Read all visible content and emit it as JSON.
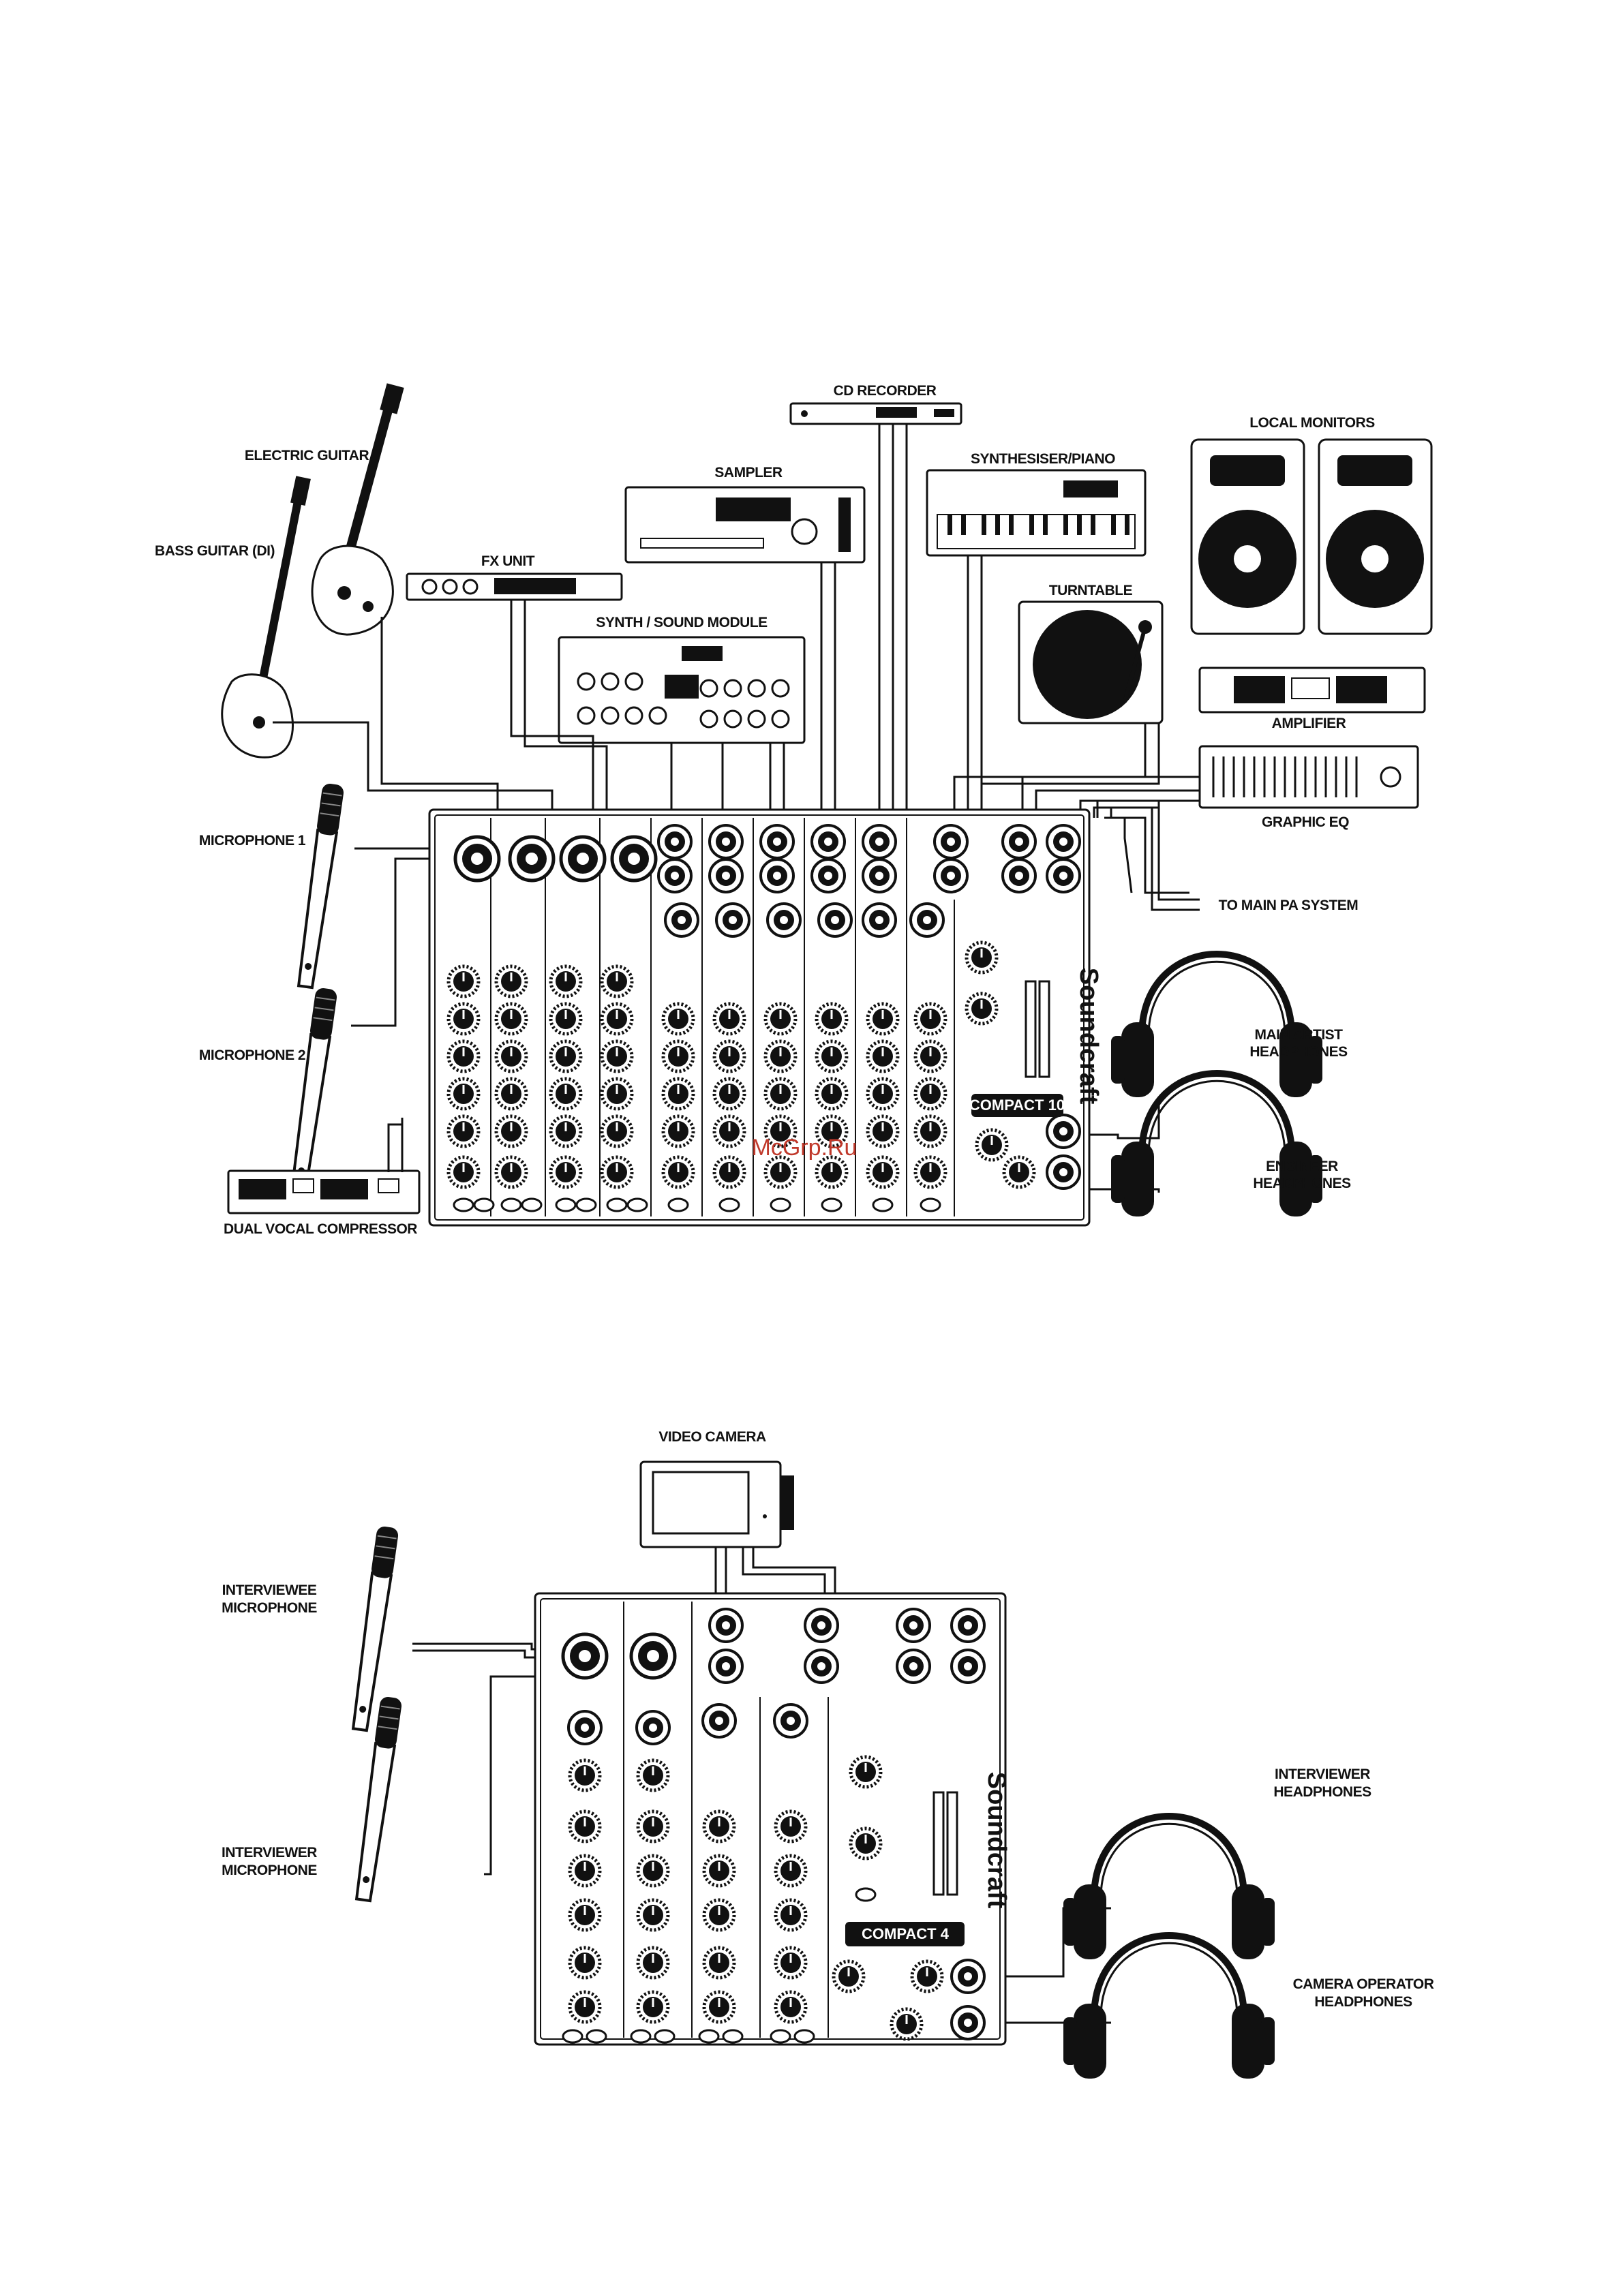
{
  "diagram1": {
    "labels": {
      "cd_recorder": "CD RECORDER",
      "electric_guitar": "ELECTRIC GUITAR",
      "sampler": "SAMPLER",
      "synthesiser_piano": "SYNTHESISER/PIANO",
      "local_monitors": "LOCAL MONITORS",
      "bass_guitar": "BASS GUITAR (DI)",
      "fx_unit": "FX UNIT",
      "turntable": "TURNTABLE",
      "synth_module": "SYNTH / SOUND MODULE",
      "amplifier": "AMPLIFIER",
      "graphic_eq": "GRAPHIC EQ",
      "microphone_1": "MICROPHONE 1",
      "to_main_pa": "TO MAIN PA SYSTEM",
      "microphone_2": "MICROPHONE 2",
      "main_artist_headphones_l1": "MAIN ARTIST",
      "main_artist_headphones_l2": "HEADPHONES",
      "engineer_headphones_l1": "ENGINEER",
      "engineer_headphones_l2": "HEADPHONES",
      "dual_vocal_compressor": "DUAL VOCAL COMPRESSOR"
    },
    "mixer": {
      "brand": "Soundcraft",
      "model": "COMPACT 10"
    },
    "watermark": "McGrp.Ru"
  },
  "diagram2": {
    "labels": {
      "video_camera": "VIDEO CAMERA",
      "interviewee_mic_l1": "INTERVIEWEE",
      "interviewee_mic_l2": "MICROPHONE",
      "interviewer_mic_l1": "INTERVIEWER",
      "interviewer_mic_l2": "MICROPHONE",
      "interviewer_headphones_l1": "INTERVIEWER",
      "interviewer_headphones_l2": "HEADPHONES",
      "camera_operator_headphones_l1": "CAMERA OPERATOR",
      "camera_operator_headphones_l2": "HEADPHONES"
    },
    "mixer": {
      "brand": "Soundcraft",
      "model": "COMPACT 4"
    }
  },
  "colors": {
    "ink": "#111111",
    "paper": "#ffffff",
    "watermark": "#c0392b"
  },
  "icons": [
    "guitar-icon",
    "microphone-icon",
    "headphones-icon",
    "speaker-icon",
    "mixer-icon",
    "turntable-icon",
    "camera-icon",
    "rack-unit-icon",
    "keyboard-icon"
  ]
}
